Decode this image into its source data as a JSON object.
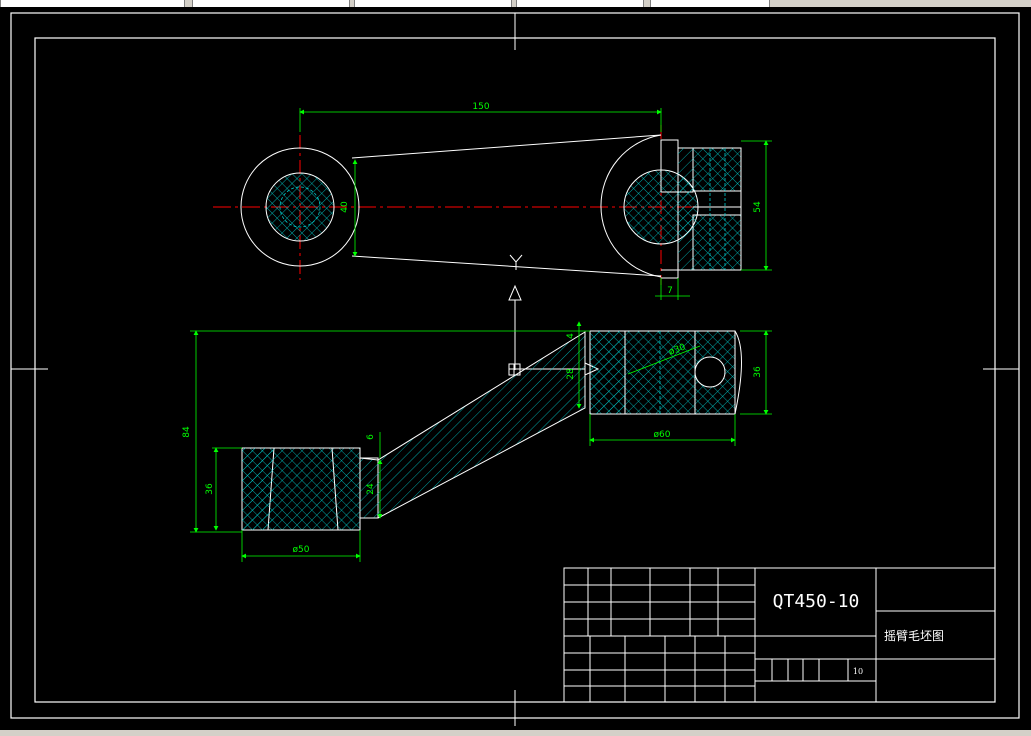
{
  "colors": {
    "background": "#000000",
    "border": "#ffffff",
    "outline": "#ffffff",
    "dimension": "#00ff00",
    "centerline": "#ff0000",
    "hatch": "#00cccc",
    "hatch_section": "#00aaaa",
    "ui_chrome": "#d4d0c8"
  },
  "dimensions": {
    "top_length": "150",
    "top_width": "40",
    "top_boss_height": "54",
    "top_offset": "7",
    "side_height": "84",
    "side_left_boss": "36",
    "side_right_boss": "36",
    "side_web": "24",
    "side_top_small": "4",
    "side_right_inner": "28",
    "side_left_small": "6",
    "dia_left": "ø50",
    "dia_right": "ø60",
    "dia_inner": "ø30"
  },
  "ucs": {
    "y_axis_label": "Y"
  },
  "title_block": {
    "material": "QT450-10",
    "drawing_name": "摇臂毛坯图",
    "sheet_number": "10"
  }
}
